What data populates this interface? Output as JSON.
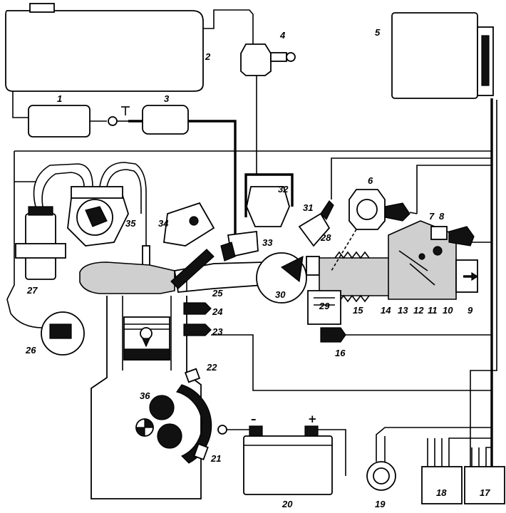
{
  "diagram": {
    "labels": [
      "1",
      "2",
      "3",
      "4",
      "5",
      "6",
      "7",
      "8",
      "9",
      "10",
      "11",
      "12",
      "13",
      "14",
      "15",
      "16",
      "17",
      "18",
      "19",
      "20",
      "21",
      "22",
      "23",
      "24",
      "25",
      "26",
      "27",
      "28",
      "29",
      "30",
      "31",
      "32",
      "33",
      "34",
      "35",
      "36"
    ],
    "battery_minus": "–",
    "battery_plus": "+"
  }
}
